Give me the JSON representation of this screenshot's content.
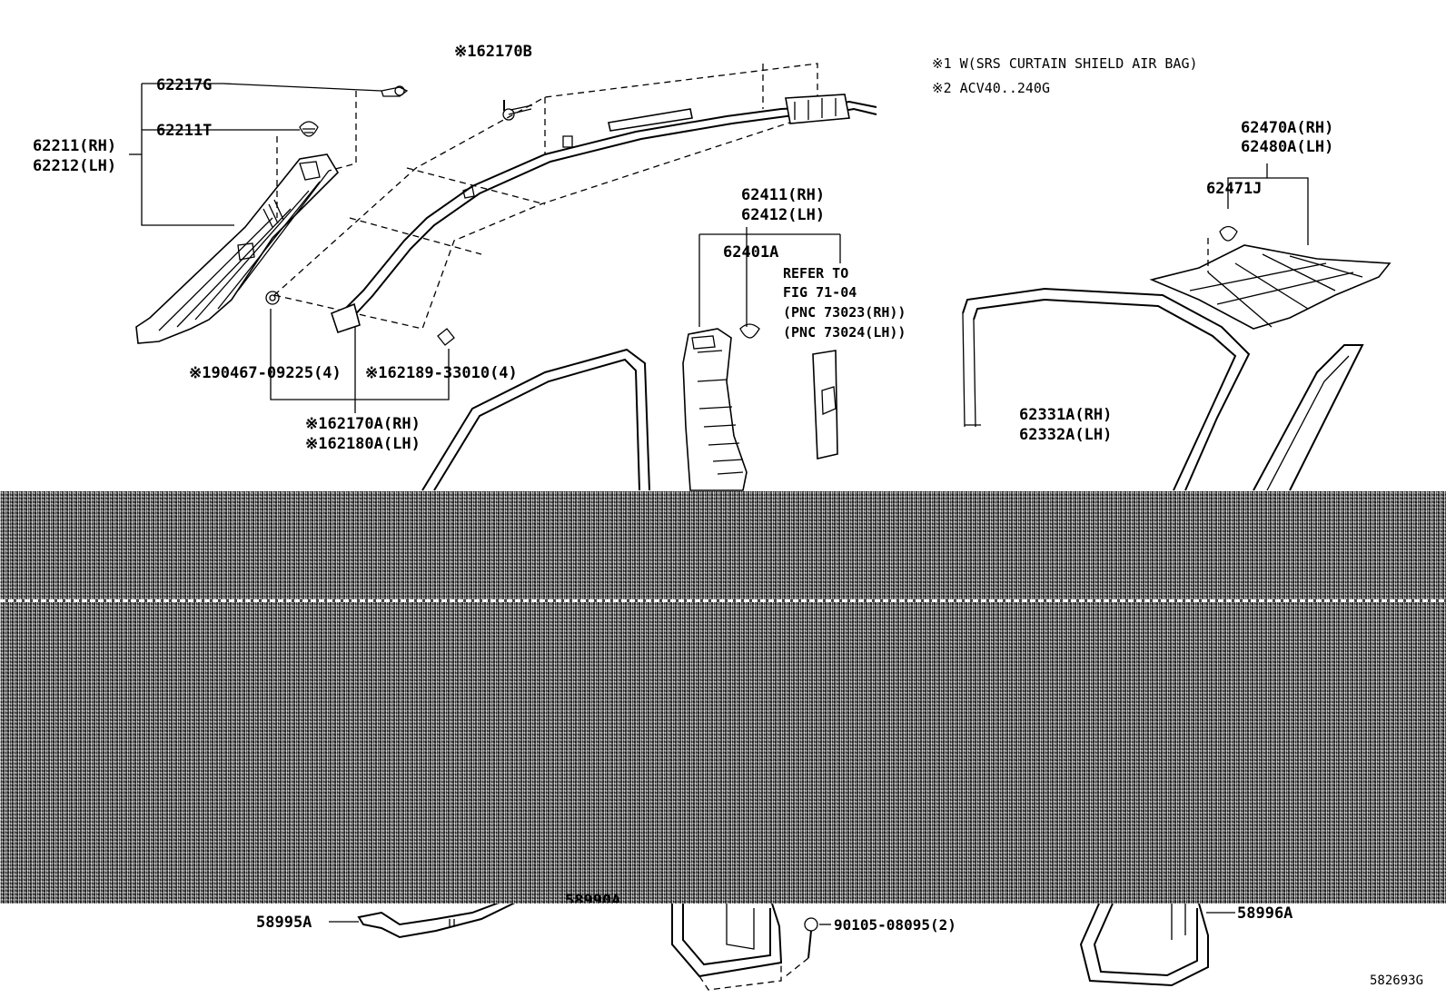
{
  "notes": {
    "note1": "※1 W(SRS CURTAIN SHIELD AIR BAG)",
    "note2": "※2 ACV40..240G"
  },
  "labels": {
    "p62217G": "62217G",
    "p62211T": "62211T",
    "p62211_rh": "62211(RH)",
    "p62212_lh": "62212(LH)",
    "p62170B": "※162170B",
    "p90467": "※190467-09225(4)",
    "p62189": "※162189-33010(4)",
    "p62170A": "※162170A(RH)",
    "p62180A": "※162180A(LH)",
    "p62411": "62411(RH)",
    "p62412": "62412(LH)",
    "p62401A": "62401A",
    "p62331A": "62331A(RH)",
    "p62332A": "62332A(LH)",
    "p62470A": "62470A(RH)",
    "p62480A": "62480A(LH)",
    "p62471J": "62471J",
    "p58995A": "58995A",
    "p58990A": "58990A",
    "p90105": "90105-08095(2)",
    "p58996A": "58996A"
  },
  "refer": {
    "line1": "REFER TO",
    "line2": "FIG 71-04",
    "line3": "(PNC 73023(RH))",
    "line4": "(PNC 73024(LH))"
  },
  "figure_id": "582693G"
}
